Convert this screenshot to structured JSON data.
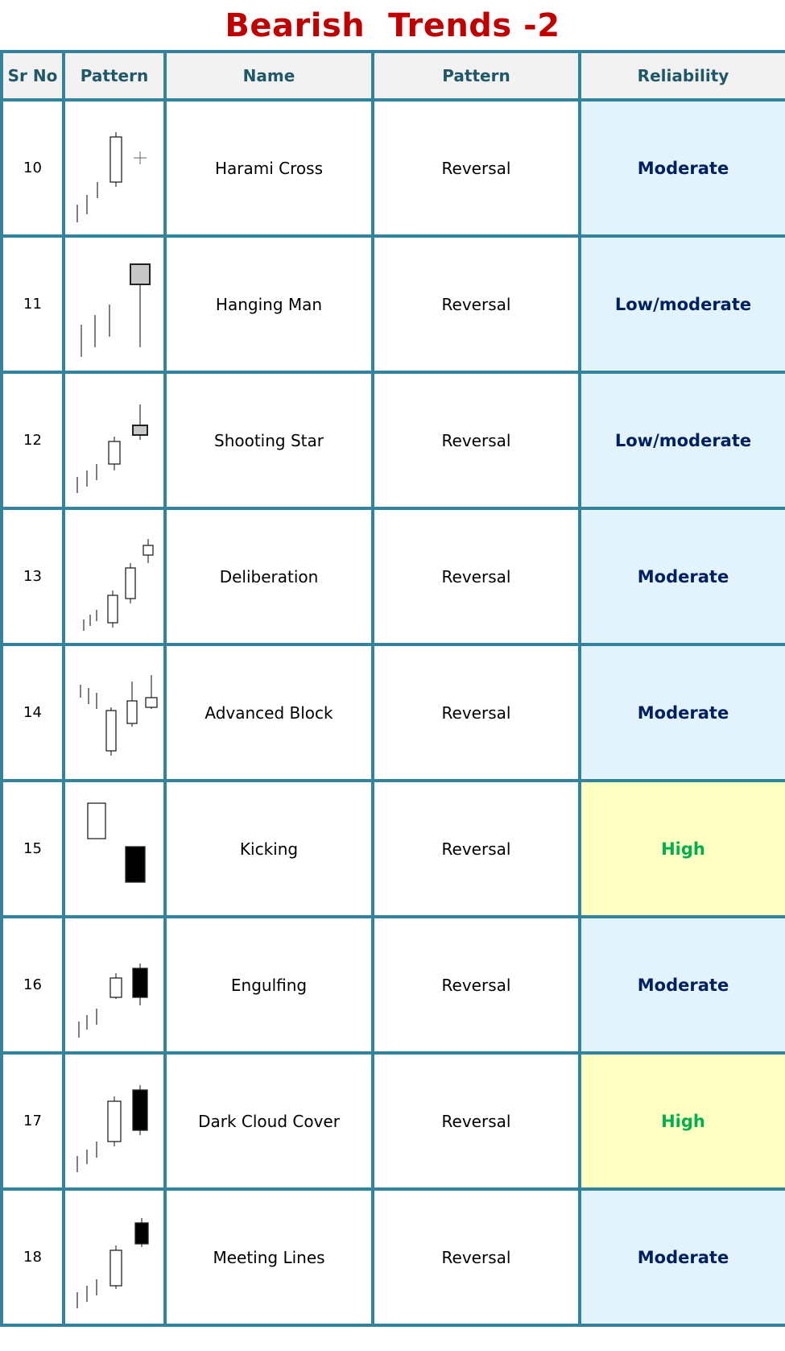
{
  "title": "Bearish  Trends -2",
  "headers": [
    "Sr No",
    "Pattern",
    "Name",
    "Pattern",
    "Reliability"
  ],
  "colors": {
    "border": "#31849b",
    "header_text": "#215868",
    "title": "#c00000",
    "moderate_bg": "#e2f3fc",
    "moderate_text": "#002060",
    "high_bg": "#ffffc4",
    "high_text": "#00b050"
  },
  "rows": [
    {
      "sr": "10",
      "icon": "harami-cross-pattern-icon",
      "name": "Harami Cross",
      "type": "Reversal",
      "reliability": "Moderate",
      "tone": "blue"
    },
    {
      "sr": "11",
      "icon": "hanging-man-pattern-icon",
      "name": "Hanging Man",
      "type": "Reversal",
      "reliability": "Low/moderate",
      "tone": "blue"
    },
    {
      "sr": "12",
      "icon": "shooting-star-pattern-icon",
      "name": "Shooting Star",
      "type": "Reversal",
      "reliability": "Low/moderate",
      "tone": "blue"
    },
    {
      "sr": "13",
      "icon": "deliberation-pattern-icon",
      "name": "Deliberation",
      "type": "Reversal",
      "reliability": "Moderate",
      "tone": "blue"
    },
    {
      "sr": "14",
      "icon": "advanced-block-pattern-icon",
      "name": "Advanced Block",
      "type": "Reversal",
      "reliability": "Moderate",
      "tone": "blue"
    },
    {
      "sr": "15",
      "icon": "kicking-pattern-icon",
      "name": "Kicking",
      "type": "Reversal",
      "reliability": "High",
      "tone": "yellow"
    },
    {
      "sr": "16",
      "icon": "engulfing-pattern-icon",
      "name": "Engulfing",
      "type": "Reversal",
      "reliability": "Moderate",
      "tone": "blue"
    },
    {
      "sr": "17",
      "icon": "dark-cloud-cover-pattern-icon",
      "name": "Dark Cloud Cover",
      "type": "Reversal",
      "reliability": "High",
      "tone": "yellow"
    },
    {
      "sr": "18",
      "icon": "meeting-lines-pattern-icon",
      "name": "Meeting Lines",
      "type": "Reversal",
      "reliability": "Moderate",
      "tone": "blue"
    }
  ]
}
